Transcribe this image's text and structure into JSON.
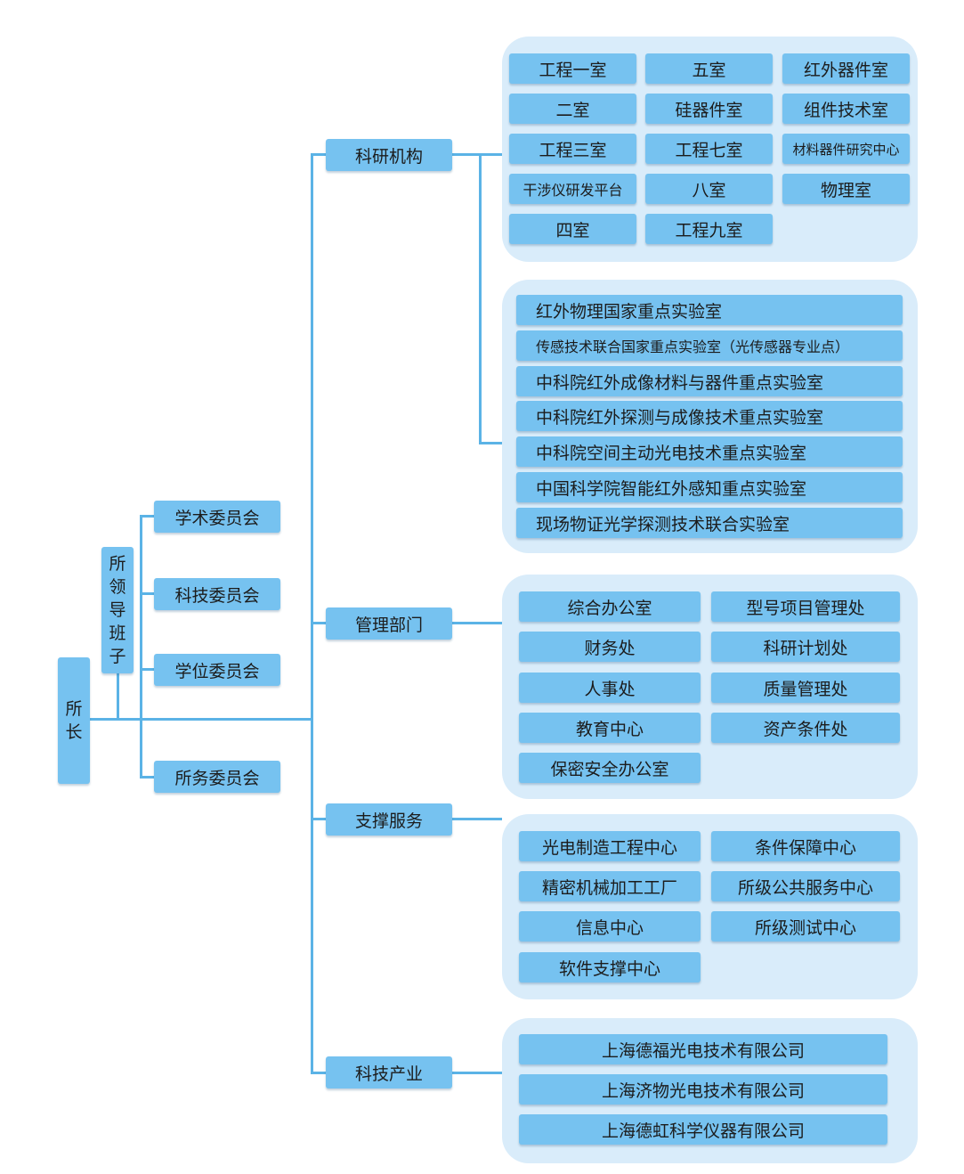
{
  "director": "所长",
  "leadership": "所领导班子",
  "committees": [
    "学术委员会",
    "科技委员会",
    "学位委员会",
    "所务委员会"
  ],
  "categories": {
    "research": "科研机构",
    "management": "管理部门",
    "support": "支撑服务",
    "industry": "科技产业"
  },
  "research_rooms": [
    "工程一室",
    "五室",
    "红外器件室",
    "二室",
    "硅器件室",
    "组件技术室",
    "工程三室",
    "工程七室",
    "材料器件研究中心",
    "干涉仪研发平台",
    "八室",
    "物理室",
    "四室",
    "工程九室"
  ],
  "labs": [
    "红外物理国家重点实验室",
    "传感技术联合国家重点实验室（光传感器专业点）",
    "中科院红外成像材料与器件重点实验室",
    "中科院红外探测与成像技术重点实验室",
    "中科院空间主动光电技术重点实验室",
    "中国科学院智能红外感知重点实验室",
    "现场物证光学探测技术联合实验室"
  ],
  "management_units": [
    "综合办公室",
    "型号项目管理处",
    "财务处",
    "科研计划处",
    "人事处",
    "质量管理处",
    "教育中心",
    "资产条件处",
    "保密安全办公室"
  ],
  "support_units": [
    "光电制造工程中心",
    "条件保障中心",
    "精密机械加工工厂",
    "所级公共服务中心",
    "信息中心",
    "所级测试中心",
    "软件支撑中心"
  ],
  "companies": [
    "上海德福光电技术有限公司",
    "上海济物光电技术有限公司",
    "上海德虹科学仪器有限公司"
  ],
  "colors": {
    "box": "#76c2f0",
    "panel": "#d9ecfa",
    "line": "#5bb3e6"
  }
}
